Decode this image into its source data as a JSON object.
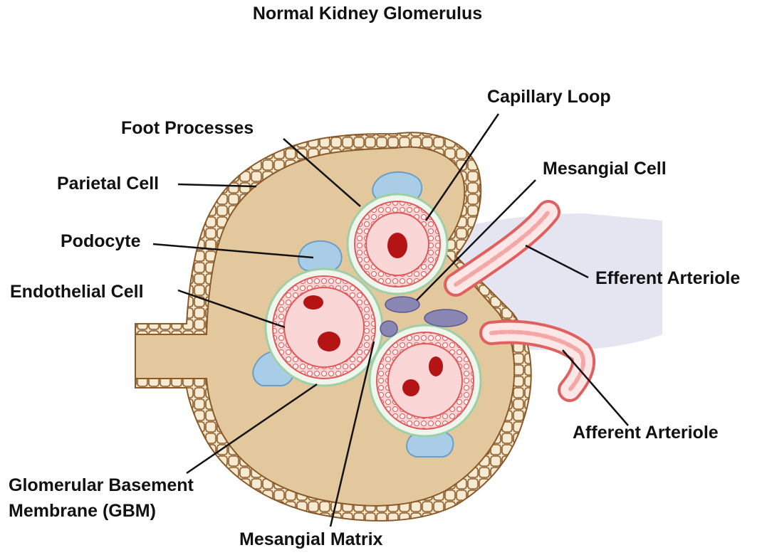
{
  "title": "Normal Kidney Glomerulus",
  "labels": {
    "capillary_loop": "Capillary Loop",
    "foot_processes": "Foot Processes",
    "mesangial_cell": "Mesangial Cell",
    "parietal_cell": "Parietal Cell",
    "podocyte": "Podocyte",
    "efferent_arteriole": "Efferent Arteriole",
    "endothelial_cell": "Endothelial Cell",
    "afferent_arteriole": "Afferent Arteriole",
    "gbm_line1": "Glomerular Basement",
    "gbm_line2": "Membrane (GBM)",
    "mesangial_matrix": "Mesangial Matrix"
  },
  "colors": {
    "capsule_fill": "#e3c79d",
    "capsule_wall": "#8a5a2b",
    "capillary_wall": "#f08a8a",
    "capillary_fill": "#fbd6d6",
    "red_blood_cell": "#b51414",
    "podocyte": "#a9cde6",
    "mesangial_cell": "#8a86b4",
    "mesangium_haze": "#dcdcec",
    "gbm": "#9fcfa4"
  }
}
